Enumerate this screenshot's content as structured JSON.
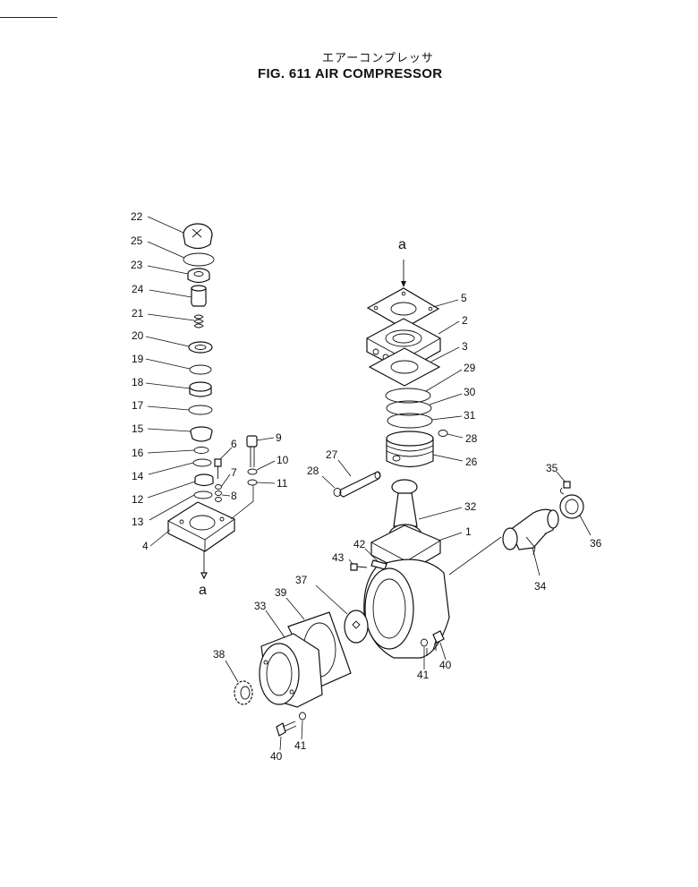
{
  "figure": {
    "title_jp": "エアーコンプレッサ",
    "title_en": "FIG. 611  AIR COMPRESSOR"
  },
  "callouts": [
    {
      "id": "22",
      "text": "22"
    },
    {
      "id": "25",
      "text": "25"
    },
    {
      "id": "23",
      "text": "23"
    },
    {
      "id": "24",
      "text": "24"
    },
    {
      "id": "21",
      "text": "21"
    },
    {
      "id": "20",
      "text": "20"
    },
    {
      "id": "19",
      "text": "19"
    },
    {
      "id": "18",
      "text": "18"
    },
    {
      "id": "17",
      "text": "17"
    },
    {
      "id": "15",
      "text": "15"
    },
    {
      "id": "16",
      "text": "16"
    },
    {
      "id": "14",
      "text": "14"
    },
    {
      "id": "12",
      "text": "12"
    },
    {
      "id": "13",
      "text": "13"
    },
    {
      "id": "4",
      "text": "4"
    },
    {
      "id": "6",
      "text": "6"
    },
    {
      "id": "7",
      "text": "7"
    },
    {
      "id": "8",
      "text": "8"
    },
    {
      "id": "9",
      "text": "9"
    },
    {
      "id": "10",
      "text": "10"
    },
    {
      "id": "11",
      "text": "11"
    },
    {
      "id": "a_bottom",
      "text": "a"
    },
    {
      "id": "a_top",
      "text": "a"
    },
    {
      "id": "5",
      "text": "5"
    },
    {
      "id": "2",
      "text": "2"
    },
    {
      "id": "3",
      "text": "3"
    },
    {
      "id": "29",
      "text": "29"
    },
    {
      "id": "30",
      "text": "30"
    },
    {
      "id": "31",
      "text": "31"
    },
    {
      "id": "28_right",
      "text": "28"
    },
    {
      "id": "26",
      "text": "26"
    },
    {
      "id": "27",
      "text": "27"
    },
    {
      "id": "28_left",
      "text": "28"
    },
    {
      "id": "32",
      "text": "32"
    },
    {
      "id": "1",
      "text": "1"
    },
    {
      "id": "42",
      "text": "42"
    },
    {
      "id": "43",
      "text": "43"
    },
    {
      "id": "35",
      "text": "35"
    },
    {
      "id": "36",
      "text": "36"
    },
    {
      "id": "34",
      "text": "34"
    },
    {
      "id": "37",
      "text": "37"
    },
    {
      "id": "39",
      "text": "39"
    },
    {
      "id": "33",
      "text": "33"
    },
    {
      "id": "38",
      "text": "38"
    },
    {
      "id": "40_right",
      "text": "40"
    },
    {
      "id": "41_right",
      "text": "41"
    },
    {
      "id": "40_left",
      "text": "40"
    },
    {
      "id": "41_left",
      "text": "41"
    }
  ]
}
